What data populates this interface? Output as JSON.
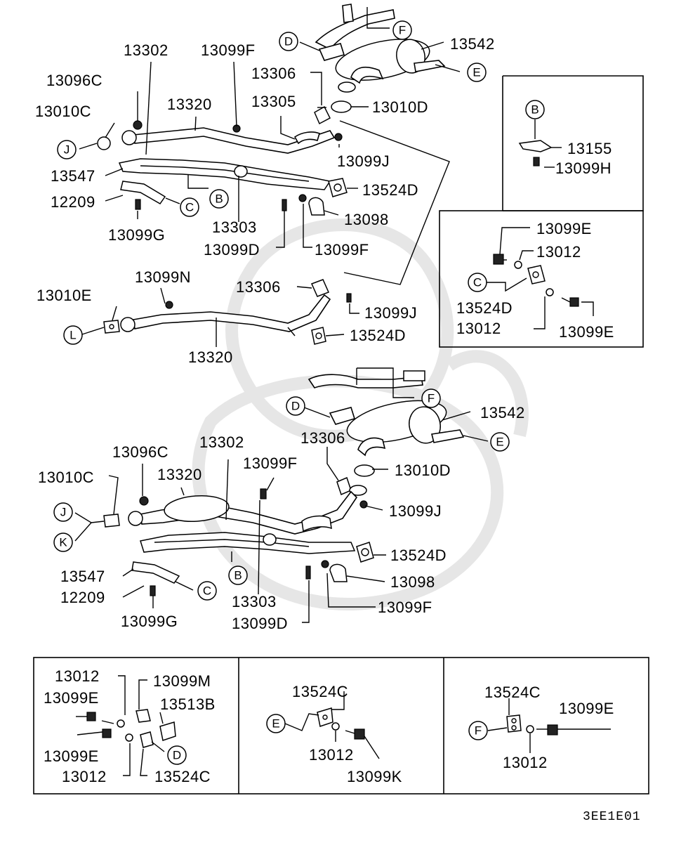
{
  "labels": {
    "t_13542": "13542",
    "t_13302": "13302",
    "t_13099F_a": "13099F",
    "t_13306_a": "13306",
    "t_13096C_a": "13096C",
    "t_13320_a": "13320",
    "t_13305": "13305",
    "t_13010D_a": "13010D",
    "t_13010C_a": "13010C",
    "t_13099J_a": "13099J",
    "t_13547_a": "13547",
    "t_13524D_a": "13524D",
    "t_12209_a": "12209",
    "t_13098_a": "13098",
    "t_13303_a": "13303",
    "t_13099G_a": "13099G",
    "t_13099D_a": "13099D",
    "t_13099F_b": "13099F",
    "t_13155": "13155",
    "t_13099H": "13099H",
    "t_13099E_a": "13099E",
    "t_13012_a": "13012",
    "t_13524D_b": "13524D",
    "t_13012_b": "13012",
    "t_13099E_b": "13099E",
    "t_13099N": "13099N",
    "t_13010E": "13010E",
    "t_13306_b": "13306",
    "t_13099J_b": "13099J",
    "t_13524D_c": "13524D",
    "t_13320_b": "13320",
    "t_13542_b": "13542",
    "t_13306_c": "13306",
    "t_13010D_b": "13010D",
    "t_13096C_b": "13096C",
    "t_13302_b": "13302",
    "t_13320_c": "13320",
    "t_13099F_c": "13099F",
    "t_13010C_b": "13010C",
    "t_13099J_c": "13099J",
    "t_13524D_d": "13524D",
    "t_13547_b": "13547",
    "t_13098_b": "13098",
    "t_12209_b": "12209",
    "t_13303_b": "13303",
    "t_13099F_d": "13099F",
    "t_13099G_b": "13099G",
    "t_13099D_b": "13099D",
    "t_13012_c": "13012",
    "t_13099M": "13099M",
    "t_13099E_c": "13099E",
    "t_13513B": "13513B",
    "t_13099E_d": "13099E",
    "t_13012_d": "13012",
    "t_13524C_a": "13524C",
    "t_13524C_b": "13524C",
    "t_13012_e": "13012",
    "t_13099K": "13099K",
    "t_13524C_c": "13524C",
    "t_13099E_e": "13099E",
    "t_13012_f": "13012",
    "code": "3EE1E01"
  },
  "callouts": {
    "D": "D",
    "E": "E",
    "F": "F",
    "J": "J",
    "B": "B",
    "C": "C",
    "L": "L",
    "K": "K"
  },
  "colors": {
    "ink": "#000000",
    "watermark": "#e6e6e6",
    "background": "#ffffff"
  }
}
